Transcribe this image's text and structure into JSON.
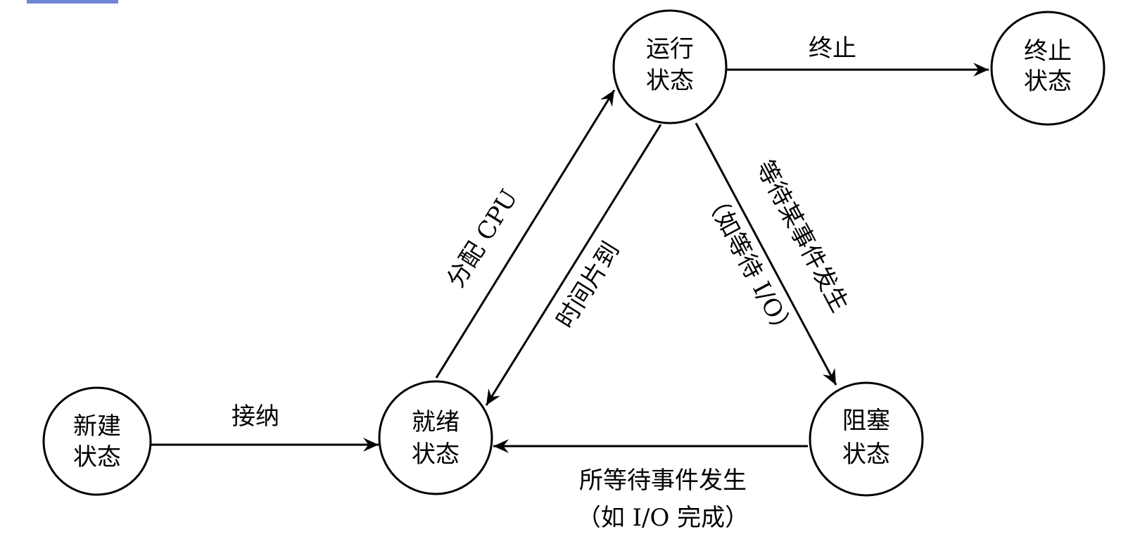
{
  "nodes": {
    "new": {
      "line1": "新建",
      "line2": "状态"
    },
    "ready": {
      "line1": "就绪",
      "line2": "状态"
    },
    "running": {
      "line1": "运行",
      "line2": "状态"
    },
    "terminated": {
      "line1": "终止",
      "line2": "状态"
    },
    "blocked": {
      "line1": "阻塞",
      "line2": "状态"
    }
  },
  "edges": {
    "admit": {
      "label": "接纳"
    },
    "dispatch": {
      "label": "分配 CPU"
    },
    "timeout": {
      "label": "时间片到"
    },
    "exit": {
      "label": "终止"
    },
    "wait": {
      "line1": "等待某事件发生",
      "line2": "（如等待 I/O）"
    },
    "event_occurs": {
      "line1": "所等待事件发生",
      "line2": "（如 I/O 完成）"
    }
  },
  "colors": {
    "line": "#000000",
    "corner_mark": "#6e86d6"
  }
}
